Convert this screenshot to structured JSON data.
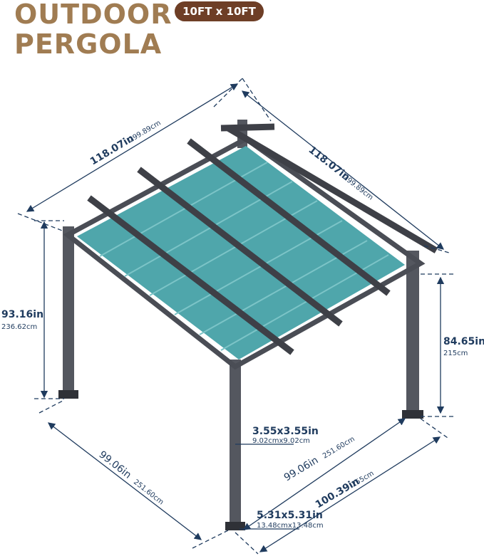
{
  "title": {
    "line1": "OUTDOOR",
    "line2": "PERGOLA"
  },
  "badge": "10FT x 10FT",
  "dimensions": {
    "top_left": {
      "in": "118.07in",
      "cm": "299.89cm"
    },
    "top_right": {
      "in": "118.07in",
      "cm": "299.89cm"
    },
    "left_height": {
      "in": "93.16in",
      "cm": "236.62cm"
    },
    "right_height": {
      "in": "84.65in",
      "cm": "215cm"
    },
    "bottom_left": {
      "in": "99.06in",
      "cm": "251.60cm"
    },
    "bottom_right_inner": {
      "in": "99.06in",
      "cm": "251.60cm"
    },
    "bottom_right_outer": {
      "in": "100.39in",
      "cm": "255cm"
    },
    "post": {
      "in": "3.55x3.55in",
      "cm": "9.02cmx9.02cm"
    },
    "base": {
      "in": "5.31x5.31in",
      "cm": "13.48cmx13.48cm"
    }
  },
  "colors": {
    "title": "#a07c52",
    "badge": "#6e3e26",
    "dimension": "#1f3b5e",
    "canopy": "#4fa6ab",
    "frame": "#4a4d55"
  }
}
